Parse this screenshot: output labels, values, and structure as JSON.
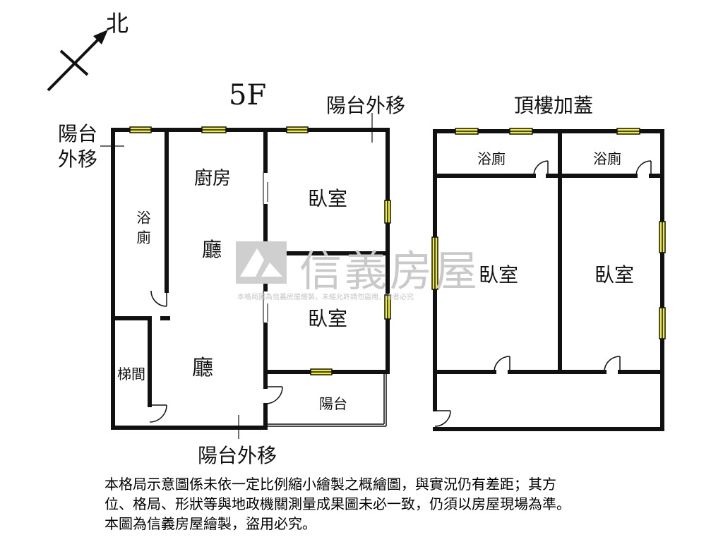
{
  "compass": {
    "north_label": "北",
    "icon": "north-arrow-icon"
  },
  "floor_title": "5F",
  "rooftop_title": "頂樓加蓋",
  "labels": {
    "balcony_extension_top": "陽台外移",
    "balcony_extension_left": "陽台外移",
    "balcony_extension_bottom": "陽台外移",
    "bathroom_5f": "浴廁",
    "kitchen": "廚房",
    "living_upper": "廳",
    "living_lower": "廳",
    "bedroom_5f_1": "臥室",
    "bedroom_5f_2": "臥室",
    "stairwell": "梯間",
    "balcony": "陽台",
    "roof_bath_1": "浴廁",
    "roof_bath_2": "浴廁",
    "roof_bedroom_1": "臥室",
    "roof_bedroom_2": "臥室"
  },
  "watermark": {
    "brand": "信義房屋",
    "notice": "本格局圖為信義房屋繪製，未經允許請勿盜用，違者必究"
  },
  "disclaimer": {
    "line1": "本格局示意圖係未依一定比例縮小繪製之概繪圖，與實況仍有差距；其方",
    "line2": "位、格局、形狀等與地政機關測量成果圖未必一致，仍須以房屋現場為準。",
    "line3": "本圖為信義房屋繪製，盜用必究。"
  },
  "colors": {
    "wall": "#111111",
    "window_fill": "#f3ef2a",
    "watermark": "#c9c9c9"
  }
}
